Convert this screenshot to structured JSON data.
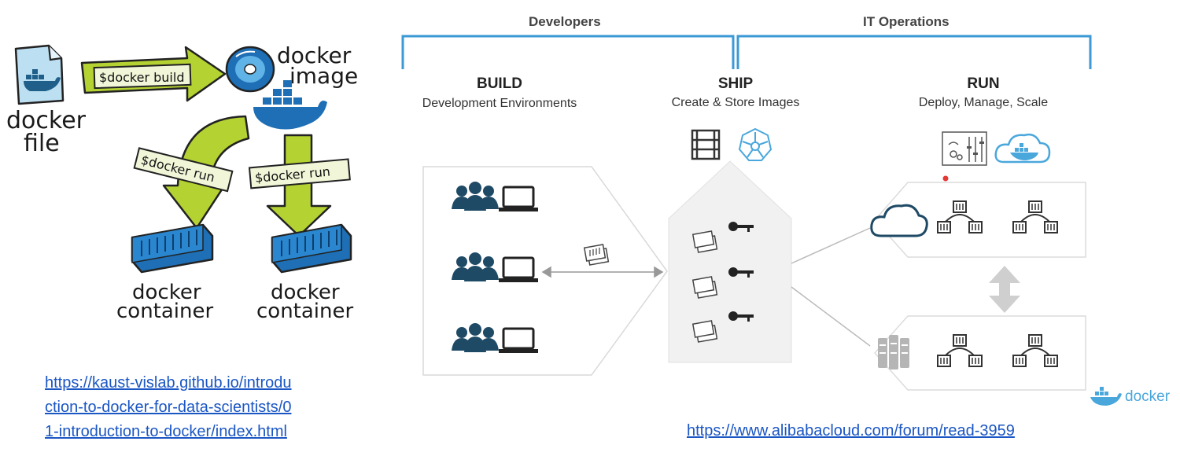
{
  "left_diagram": {
    "dockerfile_label_line1": "docker",
    "dockerfile_label_line2": "file",
    "build_command": "$docker build",
    "image_label_line1": "docker",
    "image_label_line2": "image",
    "run_command_1": "$docker run",
    "run_command_2": "$docker run",
    "container_label_1_line1": "docker",
    "container_label_1_line2": "container",
    "container_label_2_line1": "docker",
    "container_label_2_line2": "container",
    "source_link_line1": "https://kaust-vislab.github.io/introdu",
    "source_link_line2": "ction-to-docker-for-data-scientists/0",
    "source_link_line3": "1-introduction-to-docker/index.html"
  },
  "right_diagram": {
    "group_developers": "Developers",
    "group_it_operations": "IT Operations",
    "build": {
      "title": "BUILD",
      "subtitle": "Development Environments"
    },
    "ship": {
      "title": "SHIP",
      "subtitle": "Create & Store Images"
    },
    "run": {
      "title": "RUN",
      "subtitle": "Deploy, Manage, Scale"
    },
    "brand": "docker",
    "source_link": "https://www.alibabacloud.com/forum/read-3959"
  },
  "colors": {
    "bracket_blue": "#3b9ad6",
    "icon_navy": "#1f4a66",
    "arrow_green": "#b4d232",
    "container_blue": "#1e6fb5",
    "link_blue": "#1a56c4"
  }
}
